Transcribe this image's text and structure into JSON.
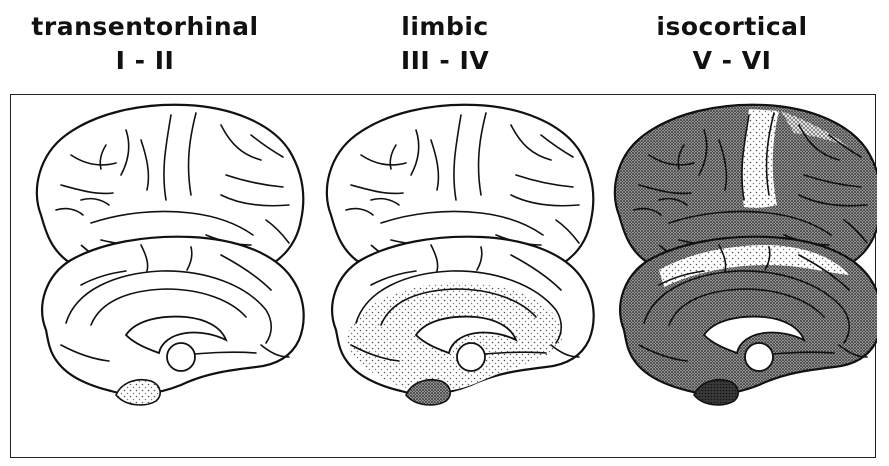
{
  "stages": [
    {
      "name": "transentorhinal",
      "range": "I - II"
    },
    {
      "name": "limbic",
      "range": "III - IV"
    },
    {
      "name": "isocortical",
      "range": "V - VI"
    }
  ],
  "colors": {
    "ink": "#111111",
    "panel_border": "#222222",
    "light_stipple": "#d6d6d6",
    "medium_stipple": "#a8a8a8",
    "dark_stipple": "#7a7a7a",
    "darkest": "#3a3a3a"
  }
}
